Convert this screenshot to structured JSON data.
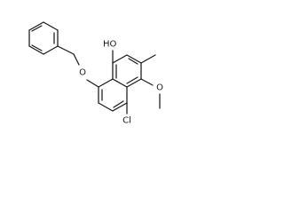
{
  "labels": {
    "hydroxyl": "HO",
    "ether_oxygen": "O",
    "methoxy_oxygen": "O",
    "chlorine": "Cl"
  }
}
